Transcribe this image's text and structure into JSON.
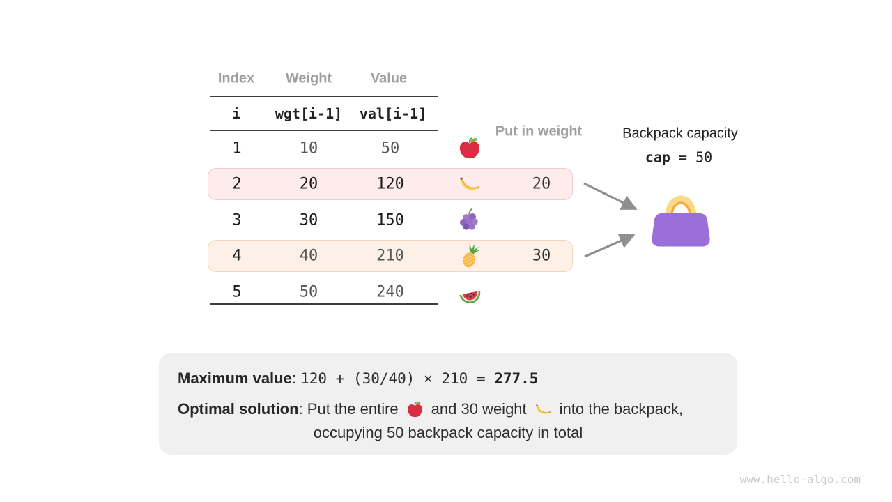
{
  "table": {
    "headers": {
      "index": "Index",
      "weight": "Weight",
      "value": "Value"
    },
    "code_headers": {
      "index": "i",
      "weight": "wgt[i-1]",
      "value": "val[i-1]"
    },
    "rows": [
      {
        "index": "1",
        "weight": "10",
        "value": "50",
        "fruit": "apple",
        "put_in_weight": "",
        "highlighted": false,
        "num_color": "#565656"
      },
      {
        "index": "2",
        "weight": "20",
        "value": "120",
        "fruit": "banana",
        "put_in_weight": "20",
        "highlighted": true,
        "highlight_bg": "#fdeceb",
        "highlight_border": "#f4cbc9",
        "num_color": "#1b1b1b"
      },
      {
        "index": "3",
        "weight": "30",
        "value": "150",
        "fruit": "grapes",
        "put_in_weight": "",
        "highlighted": false,
        "num_color": "#1b1b1b"
      },
      {
        "index": "4",
        "weight": "40",
        "value": "210",
        "fruit": "pineapple",
        "put_in_weight": "30",
        "highlighted": true,
        "highlight_bg": "#fdf1e7",
        "highlight_border": "#f4d6bc",
        "num_color": "#565656"
      },
      {
        "index": "5",
        "weight": "50",
        "value": "240",
        "fruit": "watermelon",
        "put_in_weight": "",
        "highlighted": false,
        "num_color": "#565656"
      }
    ]
  },
  "annotations": {
    "put_in_weight_label": "Put in weight",
    "capacity_title": "Backpack capacity",
    "capacity_code": "cap",
    "capacity_rest": " = 50"
  },
  "summary": {
    "max_label": "Maximum value",
    "max_colon": ": ",
    "max_expr": "120 + (30/40) × 210 = ",
    "max_result": "277.5",
    "opt_label": "Optimal solution",
    "opt_text1": ": Put the entire",
    "opt_text2": "and 30 weight",
    "opt_text3": "into the backpack,",
    "opt_line2": "occupying 50 backpack capacity in total"
  },
  "watermark": "www.hello-algo.com",
  "colors": {
    "highlight_pink_bg": "#fdeceb",
    "highlight_pink_border": "#f4cbc9",
    "highlight_peach_bg": "#fdf1e7",
    "highlight_peach_border": "#f4d6bc",
    "arrow_gray": "#8f8f8f",
    "panel_bg": "#f0f0f1",
    "header_gray": "#a0a0a0",
    "bag_purple": "#9a70d8",
    "bag_handle_yellow": "#fbd98b",
    "table_rule": "#3f3f3f"
  }
}
